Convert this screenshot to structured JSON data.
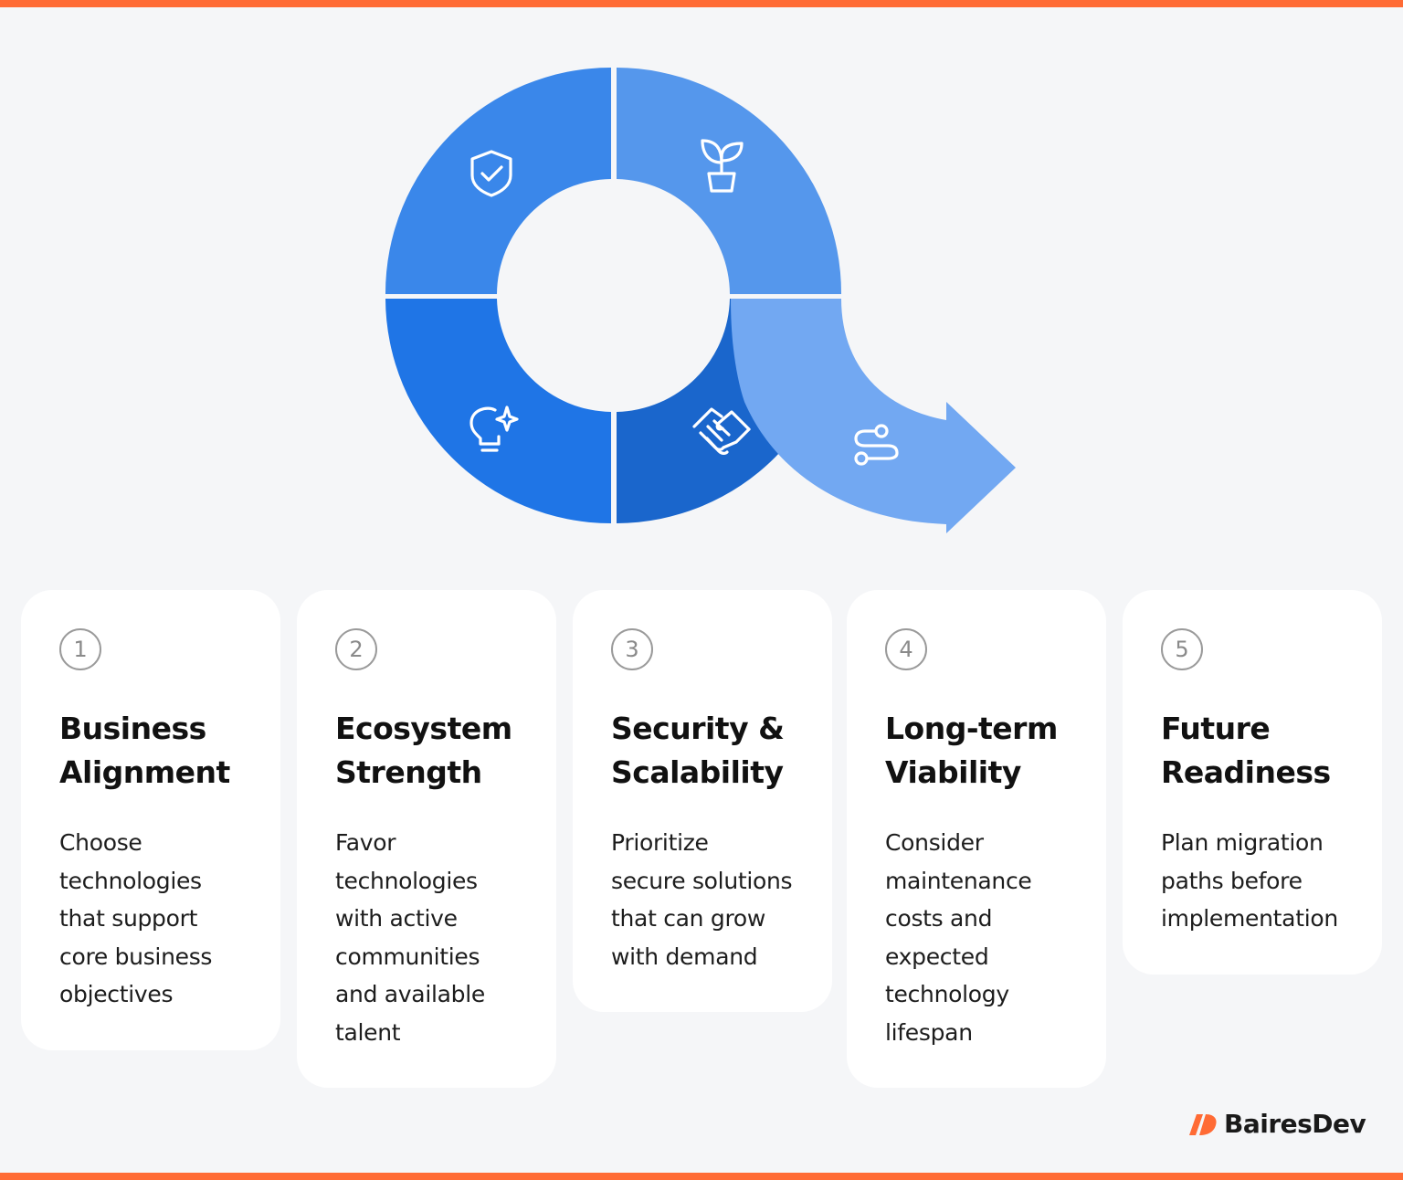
{
  "brand": {
    "name": "BairesDev",
    "accent_color": "#ff6b35"
  },
  "diagram": {
    "segments": [
      {
        "name": "security",
        "icon": "shield-check-icon",
        "color": "#3a87ea"
      },
      {
        "name": "ecosystem",
        "icon": "plant-icon",
        "color": "#5597ec"
      },
      {
        "name": "roadmap",
        "icon": "route-icon",
        "color": "#72a8f2"
      },
      {
        "name": "partnership",
        "icon": "handshake-icon",
        "color": "#1a66cc"
      },
      {
        "name": "innovation",
        "icon": "lightbulb-sparkle-icon",
        "color": "#1f75e6"
      }
    ]
  },
  "cards": [
    {
      "number": "1",
      "title_line1": "Business",
      "title_line2": "Alignment",
      "body": [
        "Choose",
        "technologies",
        "that support",
        "core business",
        "objectives"
      ]
    },
    {
      "number": "2",
      "title_line1": "Ecosystem",
      "title_line2": "Strength",
      "body": [
        "Favor",
        "technologies",
        "with active",
        "communities",
        "and available",
        "talent"
      ]
    },
    {
      "number": "3",
      "title_line1": "Security &",
      "title_line2": "Scalability",
      "body": [
        "Prioritize",
        "secure solutions",
        "that can grow",
        "with demand"
      ]
    },
    {
      "number": "4",
      "title_line1": "Long-term",
      "title_line2": "Viability",
      "body": [
        "Consider",
        "maintenance",
        "costs and",
        "expected",
        "technology",
        "lifespan"
      ]
    },
    {
      "number": "5",
      "title_line1": "Future",
      "title_line2": "Readiness",
      "body": [
        "Plan migration",
        "paths before",
        "implementation"
      ]
    }
  ]
}
